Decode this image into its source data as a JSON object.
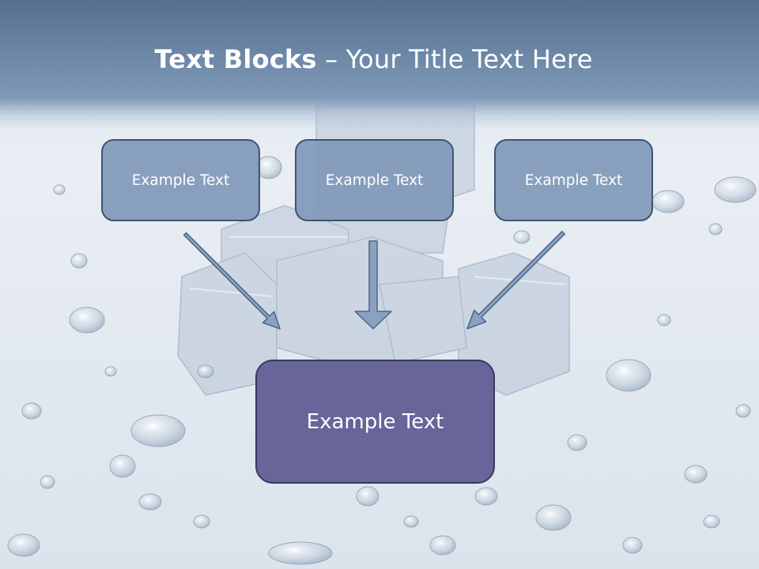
{
  "slide": {
    "title_bold": "Text Blocks",
    "title_dash": "–",
    "title_rest": "Your Title Text Here"
  },
  "boxes": [
    {
      "label": "Example Text"
    },
    {
      "label": "Example Text"
    },
    {
      "label": "Example Text"
    }
  ],
  "center_box": {
    "label": "Example Text"
  },
  "colors": {
    "title_band": "#6e89a8",
    "box_fill": "#8099b9",
    "box_border": "#3d5573",
    "center_fill": "#67659a",
    "center_border": "#363a5e",
    "arrow_fill": "#8aa2bf",
    "arrow_stroke": "#4d6584"
  },
  "icons": [
    "down-right-arrow",
    "down-arrow",
    "down-left-arrow"
  ]
}
